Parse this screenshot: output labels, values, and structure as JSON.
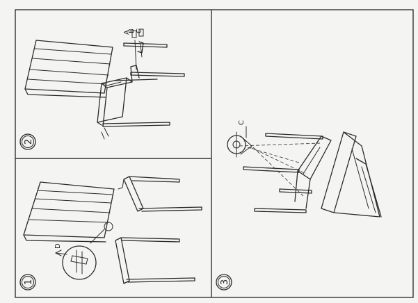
{
  "steps": [
    {
      "number": "2",
      "part_labels": [
        "A",
        "B",
        "C"
      ]
    },
    {
      "number": "1",
      "part_labels": [
        "D"
      ]
    },
    {
      "number": "3",
      "part_labels": [
        "C"
      ]
    }
  ]
}
